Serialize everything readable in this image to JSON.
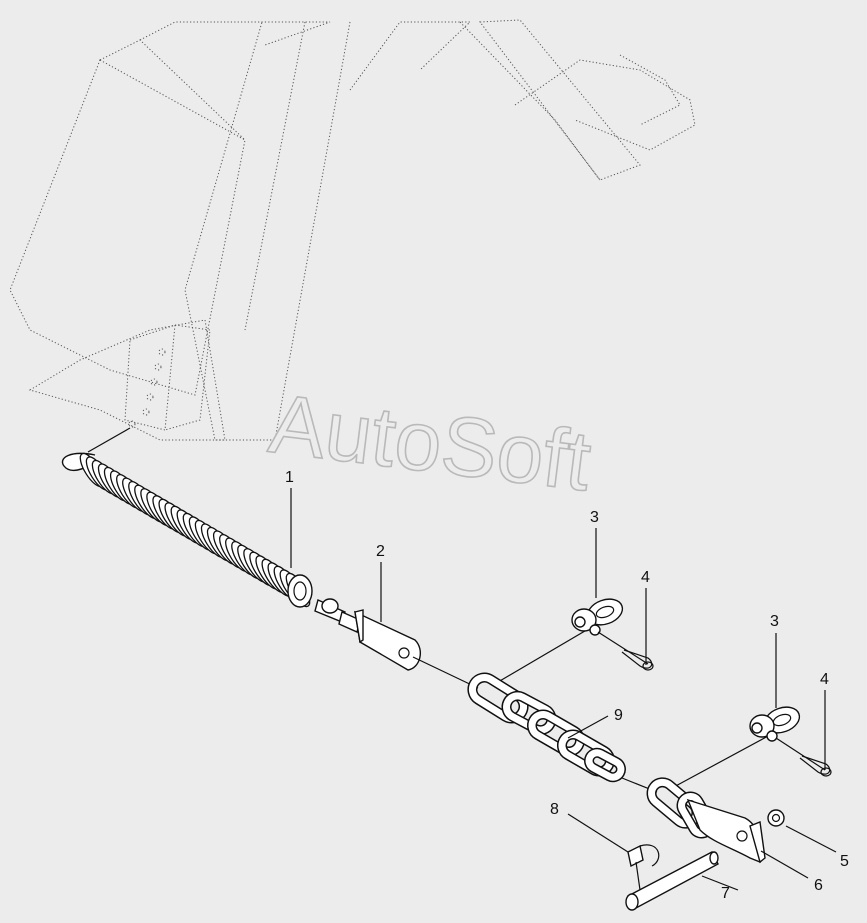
{
  "watermark": "AutoSoft",
  "callouts": [
    {
      "id": "1",
      "label": "1"
    },
    {
      "id": "2",
      "label": "2"
    },
    {
      "id": "3a",
      "label": "3"
    },
    {
      "id": "3b",
      "label": "3"
    },
    {
      "id": "4a",
      "label": "4"
    },
    {
      "id": "4b",
      "label": "4"
    },
    {
      "id": "5",
      "label": "5"
    },
    {
      "id": "6",
      "label": "6"
    },
    {
      "id": "7",
      "label": "7"
    },
    {
      "id": "8",
      "label": "8"
    },
    {
      "id": "9",
      "label": "9"
    }
  ]
}
